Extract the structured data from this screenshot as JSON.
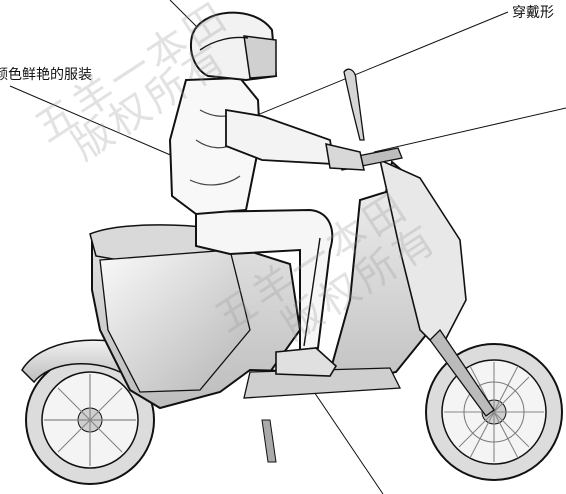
{
  "labels": {
    "bright_clothing": "颜色鲜艳的服装",
    "wear": "穿戴形"
  },
  "watermark": {
    "line1": "五羊一本田",
    "line2": "版权所有"
  },
  "colors": {
    "line": "#111111",
    "body_fill": "#e6e6e6",
    "shade": "#c9c9c9",
    "watermark": "#969696"
  }
}
